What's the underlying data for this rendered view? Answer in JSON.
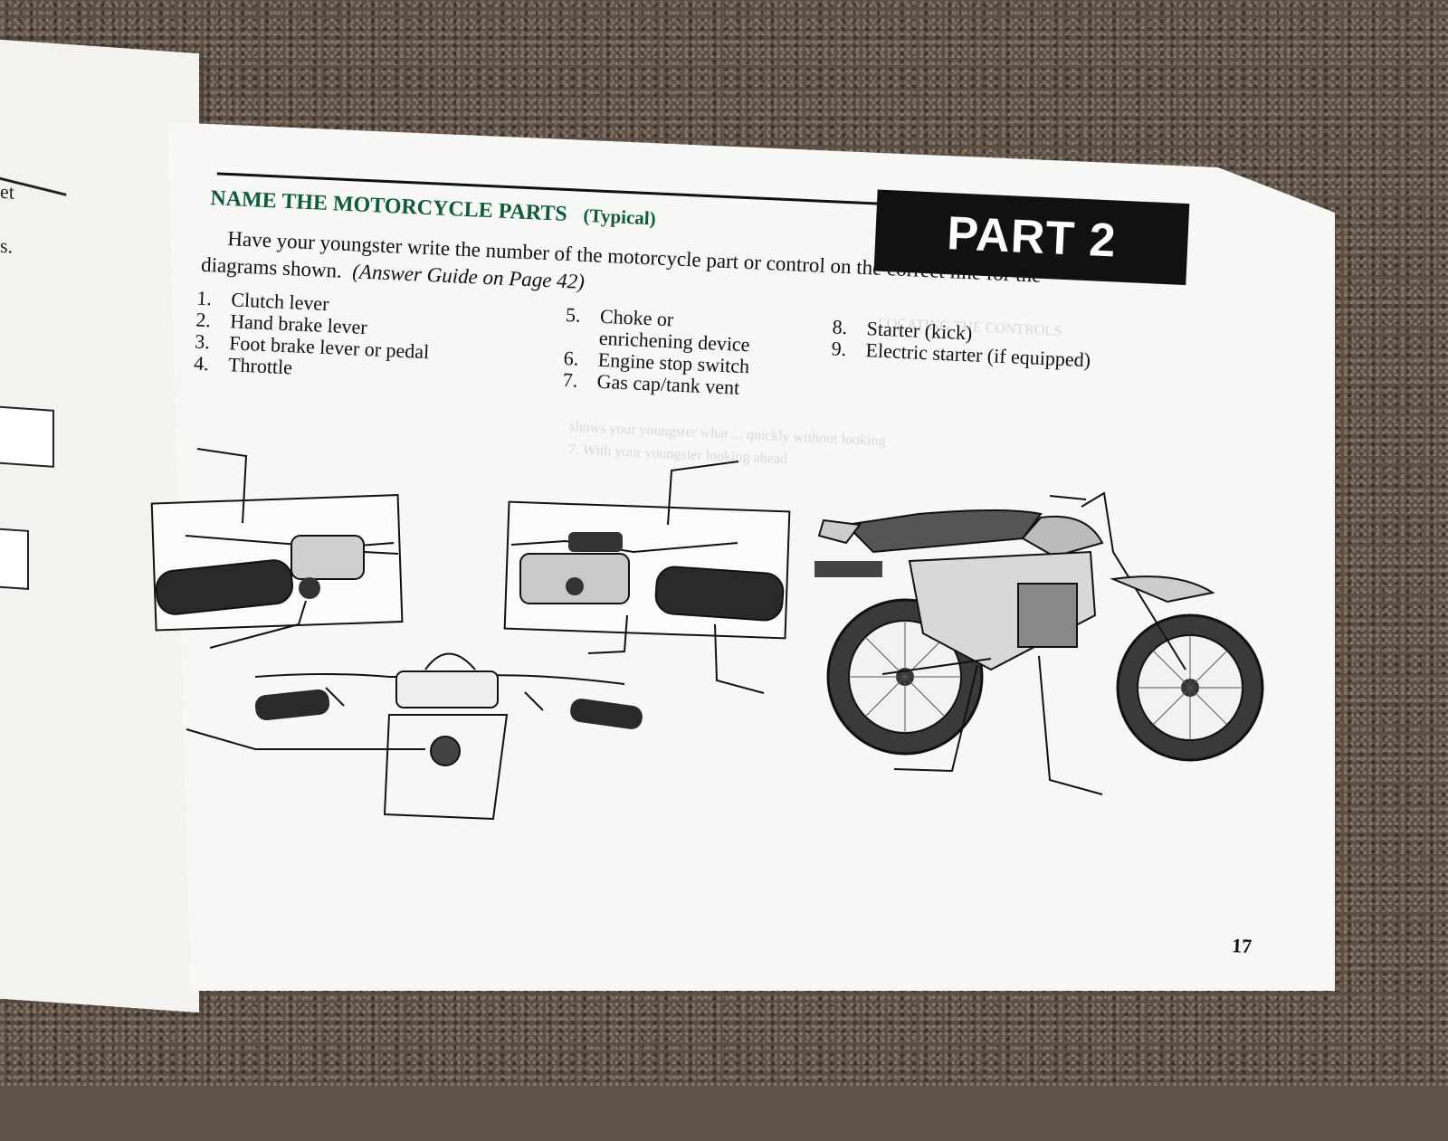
{
  "part_banner": "PART 2",
  "title": "NAME THE MOTORCYCLE PARTS",
  "title_suffix": "(Typical)",
  "intro_line1": "Have your youngster write the number of the motorcycle part or control on the correct line for the",
  "intro_line2_a": "diagrams shown.",
  "intro_line2_b": "(Answer Guide on Page 42)",
  "parts_col1": [
    {
      "num": "1.",
      "label": "Clutch lever"
    },
    {
      "num": "2.",
      "label": "Hand brake lever"
    },
    {
      "num": "3.",
      "label": "Foot brake lever or pedal"
    },
    {
      "num": "4.",
      "label": "Throttle"
    }
  ],
  "parts_col2": [
    {
      "num": "5.",
      "label": "Choke or"
    },
    {
      "num": "",
      "label": "enrichening device"
    },
    {
      "num": "6.",
      "label": "Engine stop switch"
    },
    {
      "num": "7.",
      "label": "Gas cap/tank vent"
    }
  ],
  "parts_col3": [
    {
      "num": "8.",
      "label": "Starter (kick)"
    },
    {
      "num": "9.",
      "label": "Electric starter (if equipped)"
    }
  ],
  "page_number": "17",
  "left_page_fragments": [
    "et",
    "s."
  ],
  "colors": {
    "title_green": "#0f5a3a",
    "banner_black": "#111111",
    "paper": "#f7f7f5"
  }
}
